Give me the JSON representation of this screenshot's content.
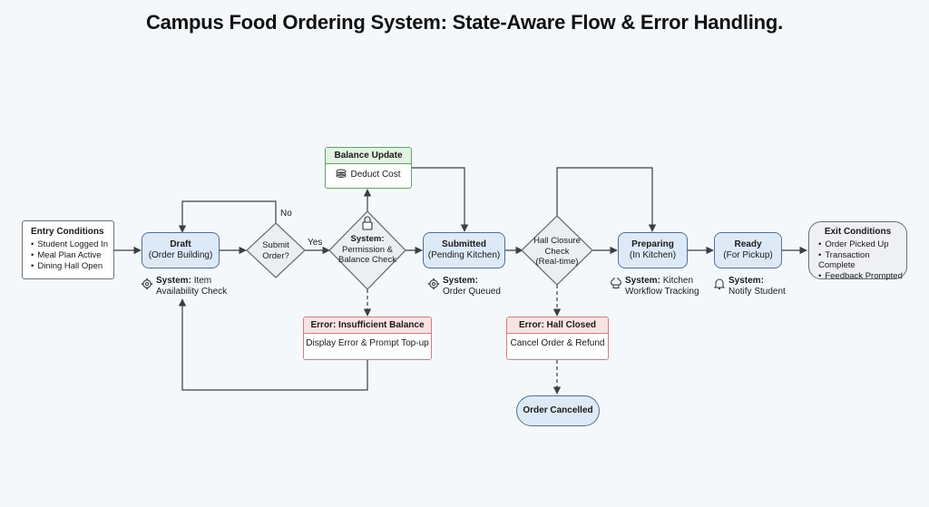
{
  "title": "Campus Food Ordering System: State-Aware Flow & Error Handling.",
  "entry": {
    "heading": "Entry Conditions",
    "items": [
      "Student Logged In",
      "Meal Plan Active",
      "Dining Hall Open"
    ]
  },
  "exit": {
    "heading": "Exit Conditions",
    "items": [
      "Order Picked Up",
      "Transaction Complete",
      "Feedback Prompted"
    ]
  },
  "states": {
    "draft": {
      "name": "Draft",
      "sub": "(Order Building)"
    },
    "submitted": {
      "name": "Submitted",
      "sub": "(Pending Kitchen)"
    },
    "preparing": {
      "name": "Preparing",
      "sub": "(In Kitchen)"
    },
    "ready": {
      "name": "Ready",
      "sub": "(For Pickup)"
    },
    "cancelled": {
      "name": "Order Cancelled"
    }
  },
  "decisions": {
    "submit": {
      "line1": "Submit",
      "line2": "Order?"
    },
    "permission": {
      "line1": "System:",
      "line2": "Permission &",
      "line3": "Balance Check"
    },
    "closure": {
      "line1": "Hall Closure",
      "line2": "Check",
      "line3": "(Real-time)"
    }
  },
  "edges": {
    "no": "No",
    "yes": "Yes"
  },
  "system_notes": {
    "draft": {
      "key": "System:",
      "rest": "Item",
      "line2": "Availability Check",
      "icon": "gear-icon"
    },
    "submitted": {
      "key": "System:",
      "line2": "Order Queued",
      "icon": "gear-icon"
    },
    "preparing": {
      "key": "System:",
      "rest": "Kitchen",
      "line2": "Workflow Tracking",
      "icon": "chef-hat-icon"
    },
    "ready": {
      "key": "System:",
      "line2": "Notify Student",
      "icon": "bell-icon"
    }
  },
  "balance_update": {
    "heading": "Balance Update",
    "body": "Deduct Cost",
    "icon": "coins-icon"
  },
  "error_balance": {
    "heading": "Error: Insufficient Balance",
    "body": "Display Error & Prompt Top-up"
  },
  "error_hall": {
    "heading": "Error: Hall Closed",
    "body": "Cancel Order & Refund"
  },
  "colors": {
    "state_fill": "#dde9f7",
    "success_header": "#e3f2e3",
    "error_header": "#fbe2e2"
  }
}
